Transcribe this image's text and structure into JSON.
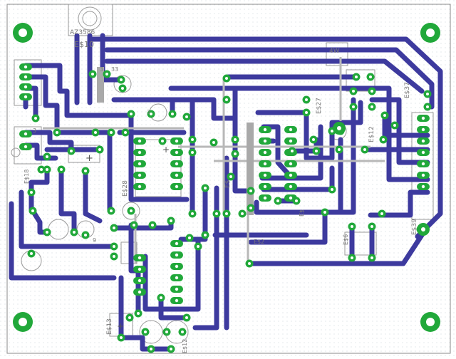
{
  "board": {
    "colors": {
      "background": "#ffffff",
      "grid_dot": "#cfd6dd",
      "outline": "#8a8a8a",
      "trace": "#3d3a9e",
      "pad": "#21a83a",
      "pad_hole": "#ffffff",
      "silkscreen": "#9a9a9a",
      "mounting_hole": "#21a83a"
    },
    "labels": {
      "regulator": "AZ3586",
      "reg_ref": "E$10",
      "reg_pin3": "3",
      "reg_pin33": "33",
      "power_4w": "4W",
      "ref_e27": "E$27",
      "ref_e37": "E$37",
      "ref_e28": "E$28",
      "ref_e39": "E$39",
      "ref_e13": "E$13",
      "ref_e12": "E$12",
      "ref_e9": "9",
      "ref_e6": "E$6",
      "ref_es": "E$",
      "ref_e2": "E$2",
      "ref_es_mid": "E$",
      "ref_e12b": "E$12",
      "pin3_left": "3",
      "pin3_mid": "3",
      "pin_plus_left": "+",
      "pin_plus_mid": "+",
      "pin_plus_bot": "+",
      "ref_e18": "E$18"
    }
  }
}
